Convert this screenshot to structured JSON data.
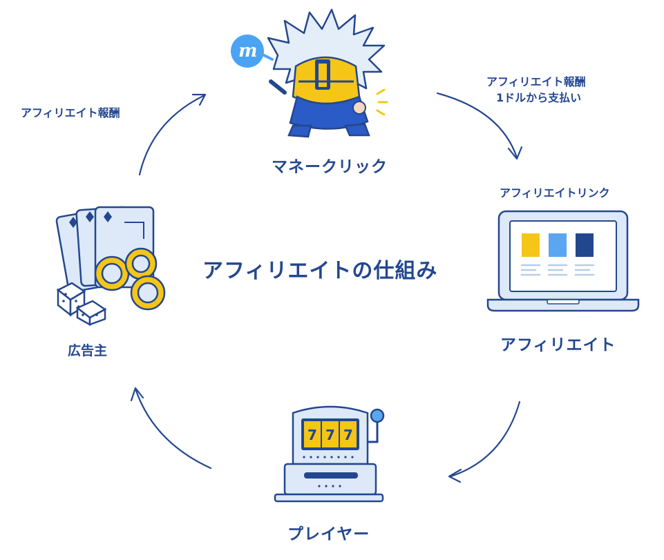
{
  "title": "アフィリエイトの仕組み",
  "nodes": {
    "top": {
      "name": "マネークリック",
      "logo_letter": "m"
    },
    "right": {
      "name": "アフィリエイト",
      "sublabel": "アフィリエイトリンク"
    },
    "bottom": {
      "name": "プレイヤー",
      "slot_symbols": [
        "7",
        "7",
        "7"
      ]
    },
    "left": {
      "name": "広告主"
    }
  },
  "arrows": {
    "left_to_top": "アフィリエイト報酬",
    "top_to_right_line1": "アフィリエイト報酬",
    "top_to_right_line2": "1ドルから支払い"
  },
  "colors": {
    "navy": "#23478f",
    "yellow": "#f5c518",
    "light_blue": "#5aa6f0",
    "pale_blue": "#dde9f8",
    "logo_blue": "#4aa3f3"
  }
}
